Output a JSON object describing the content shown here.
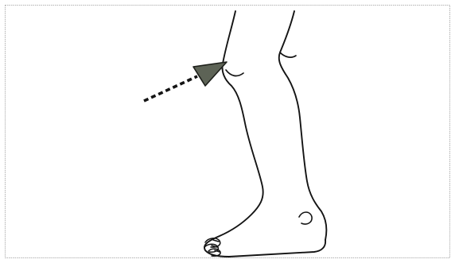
{
  "figure": {
    "frame_color": "#b3b3b3",
    "line_color": "#141414",
    "marker_color": "#5d6356",
    "marker_outline": "#1d1f1a",
    "components": [
      "leg-outline",
      "toe-outlines",
      "anklebone-outline",
      "knee-crease",
      "injury-arrow"
    ]
  }
}
